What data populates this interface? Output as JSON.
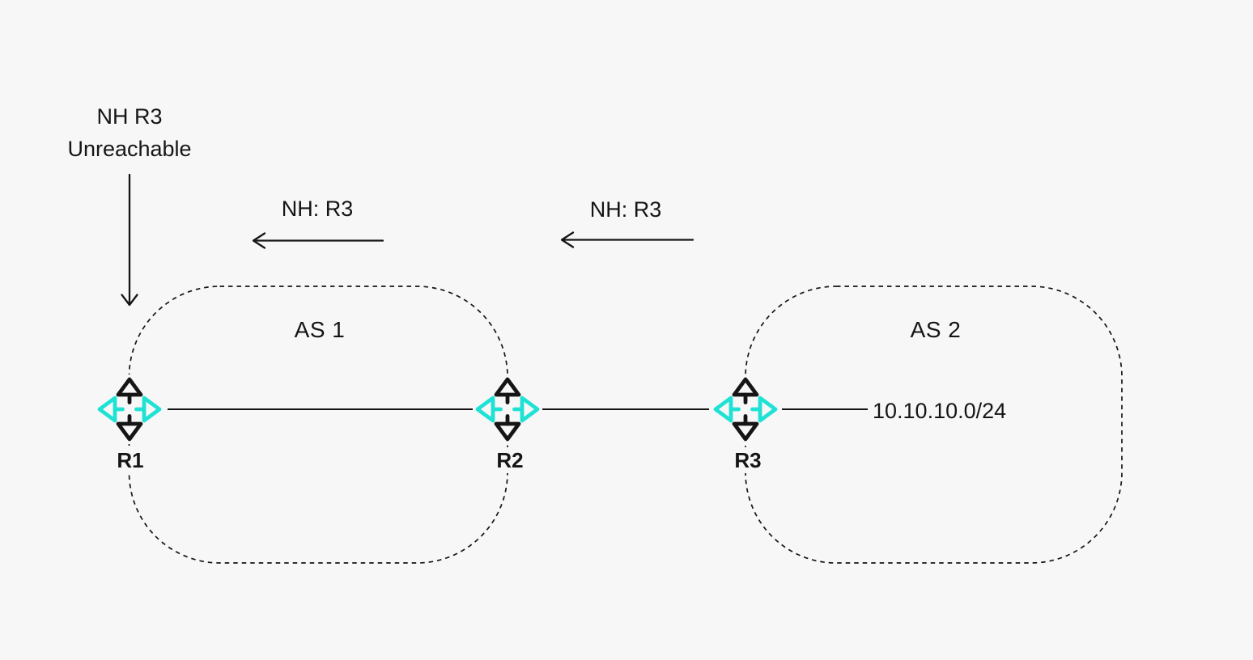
{
  "colors": {
    "background": "#f7f7f8",
    "ink": "#151515",
    "accent_cyan": "#1fe2d5"
  },
  "annotations": {
    "unreachable_note": {
      "line1": "NH R3",
      "line2": "Unreachable"
    },
    "nh_advert_left": "NH: R3",
    "nh_advert_right": "NH: R3"
  },
  "as_regions": [
    {
      "label": "AS 1"
    },
    {
      "label": "AS 2"
    }
  ],
  "routers": [
    {
      "id": "R1"
    },
    {
      "id": "R2"
    },
    {
      "id": "R3"
    }
  ],
  "network": {
    "prefix": "10.10.10.0/24"
  }
}
